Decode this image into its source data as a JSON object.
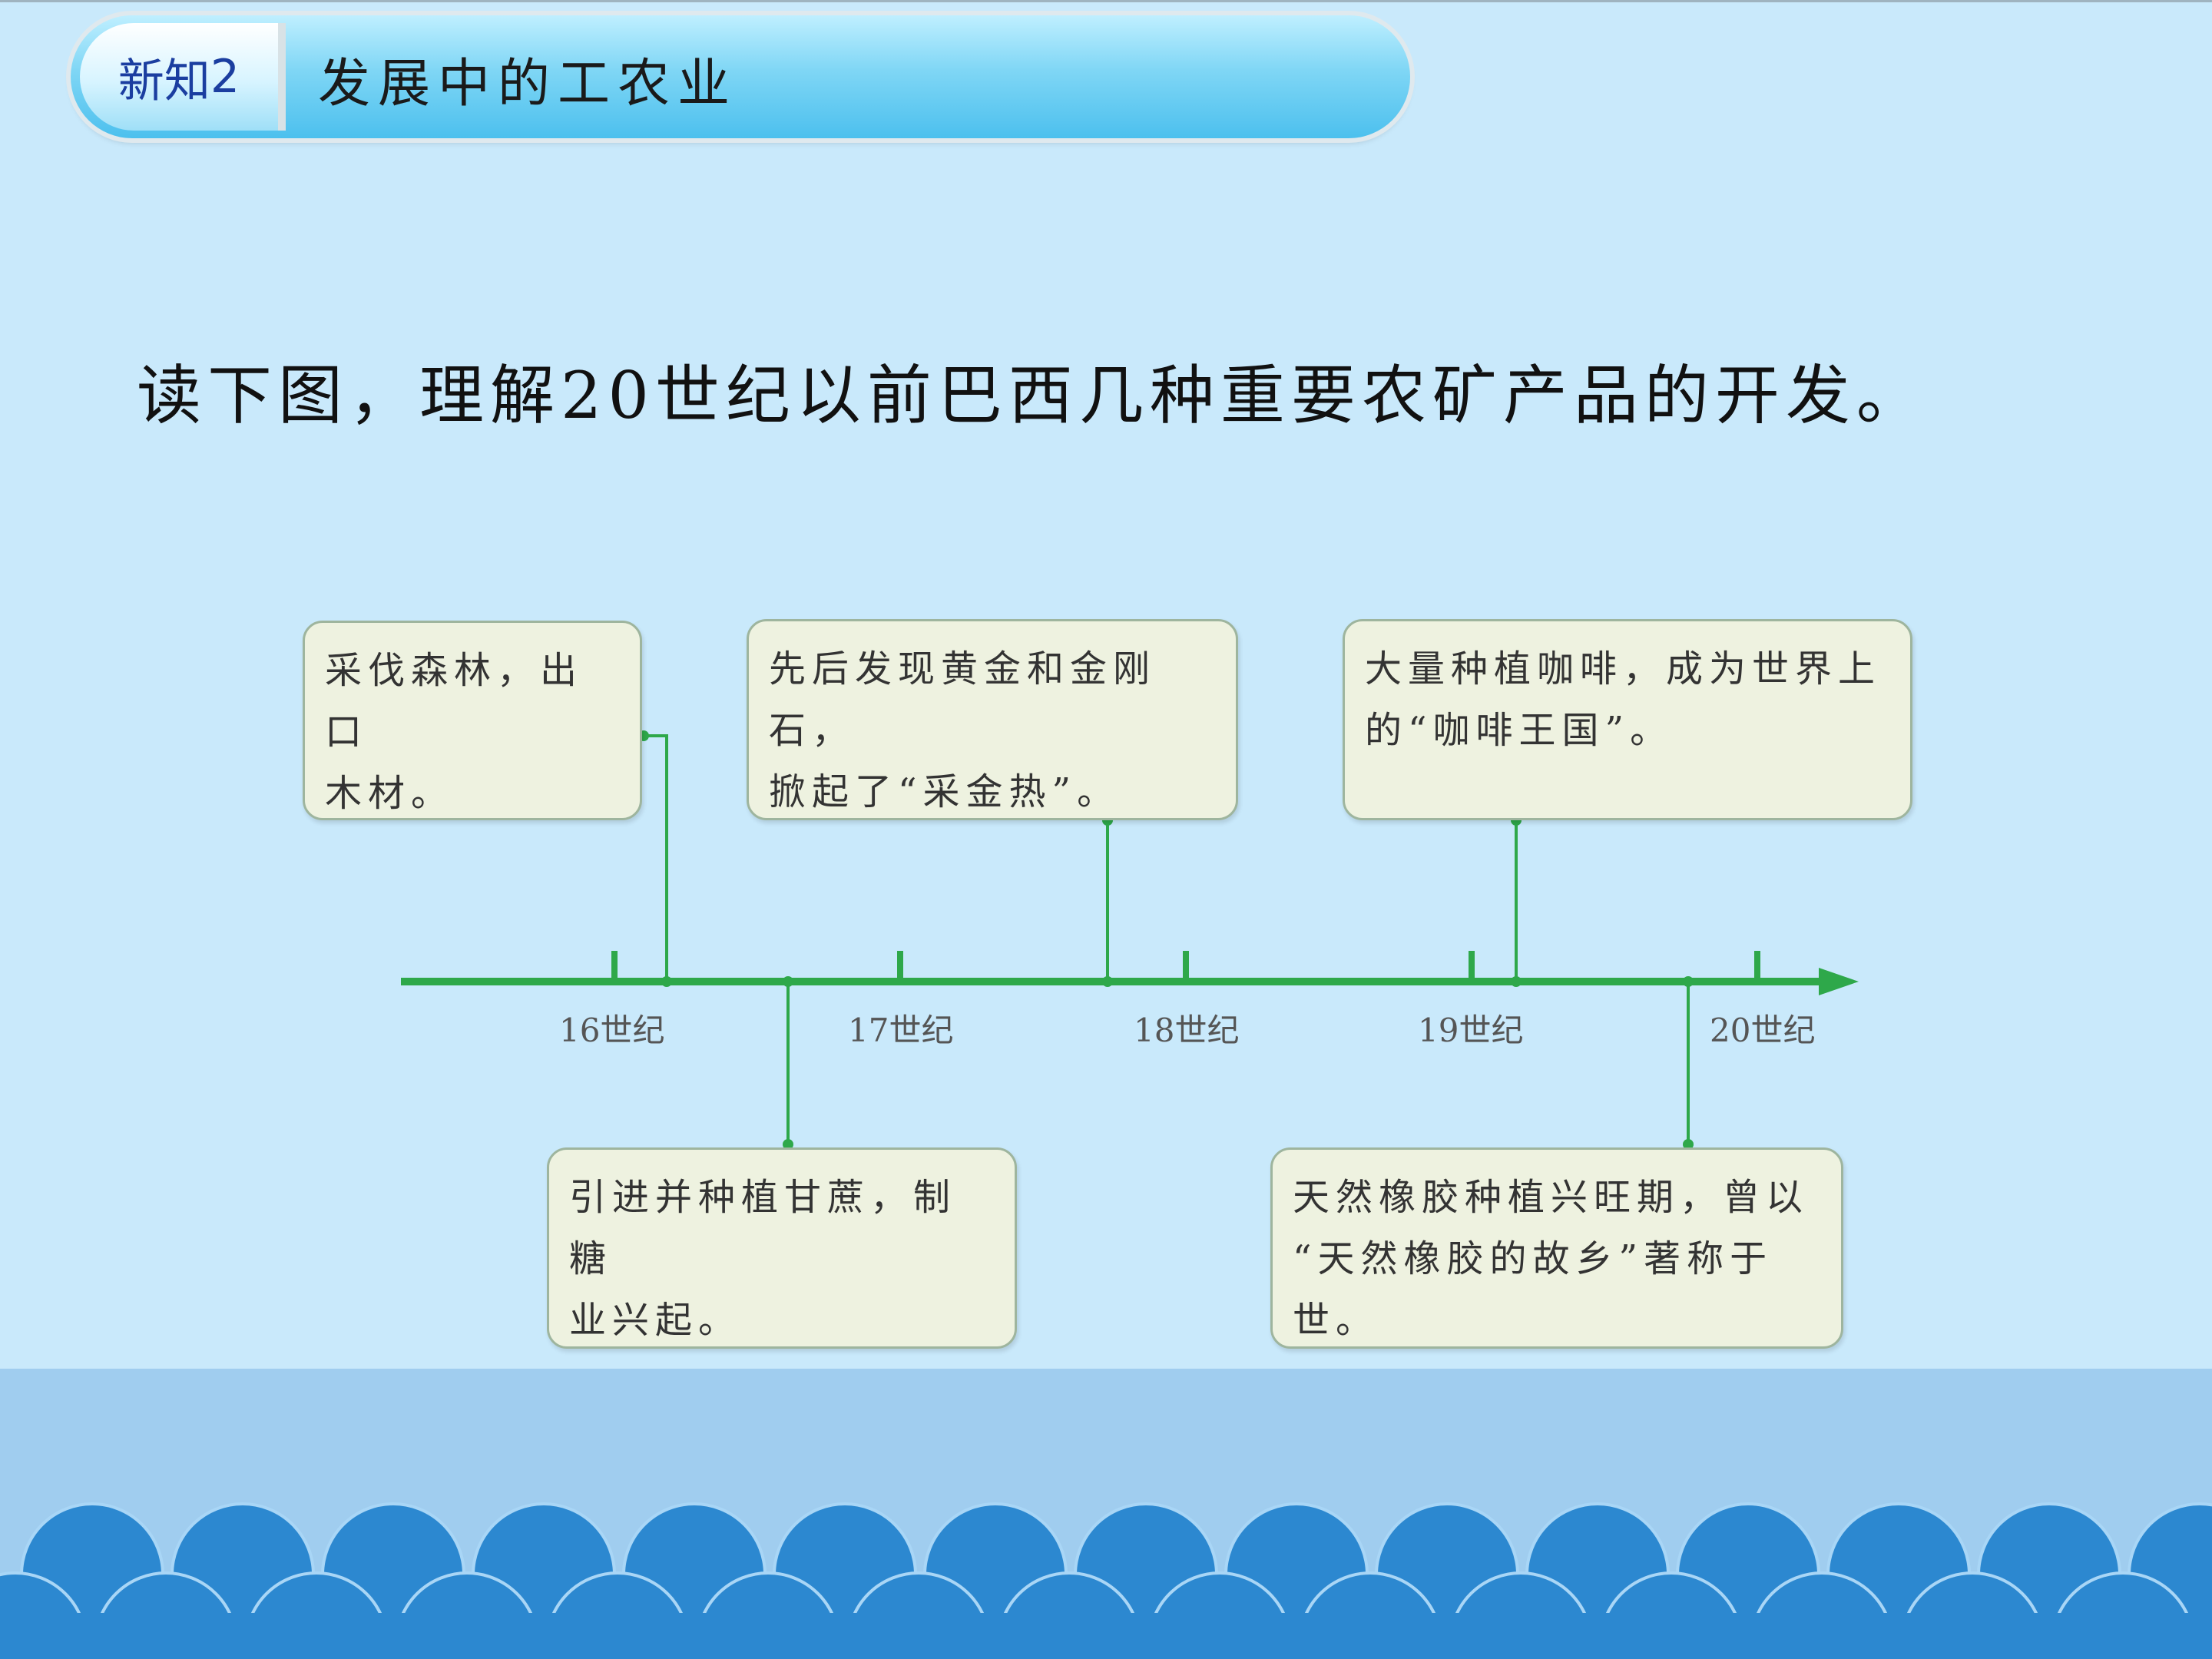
{
  "header": {
    "badge_text": "新知",
    "badge_number": "2",
    "title": "发展中的工农业"
  },
  "instruction": "读下图，理解20世纪以前巴西几种重要农矿产品的开发。",
  "timeline": {
    "centuries": [
      "16世纪",
      "17世纪",
      "18世纪",
      "19世纪",
      "20世纪"
    ],
    "events": [
      {
        "text_lines": [
          "采伐森林，出口",
          "木材。"
        ],
        "position": "above"
      },
      {
        "text_lines": [
          "引进并种植甘蔗，制糖",
          "业兴起。"
        ],
        "position": "below"
      },
      {
        "text_lines": [
          "先后发现黄金和金刚石，",
          "掀起了“采金热”。"
        ],
        "position": "above"
      },
      {
        "text_lines": [
          "大量种植咖啡，成为世界上",
          "的“咖啡王国”。"
        ],
        "position": "above"
      },
      {
        "text_lines": [
          "天然橡胶种植兴旺期，曾以",
          "“天然橡胶的故乡”著称于世。"
        ],
        "position": "below"
      }
    ]
  },
  "colors": {
    "timeline_green": "#2ea84a",
    "box_fill": "#eef2e0",
    "wave_blue": "#2c88d0"
  }
}
